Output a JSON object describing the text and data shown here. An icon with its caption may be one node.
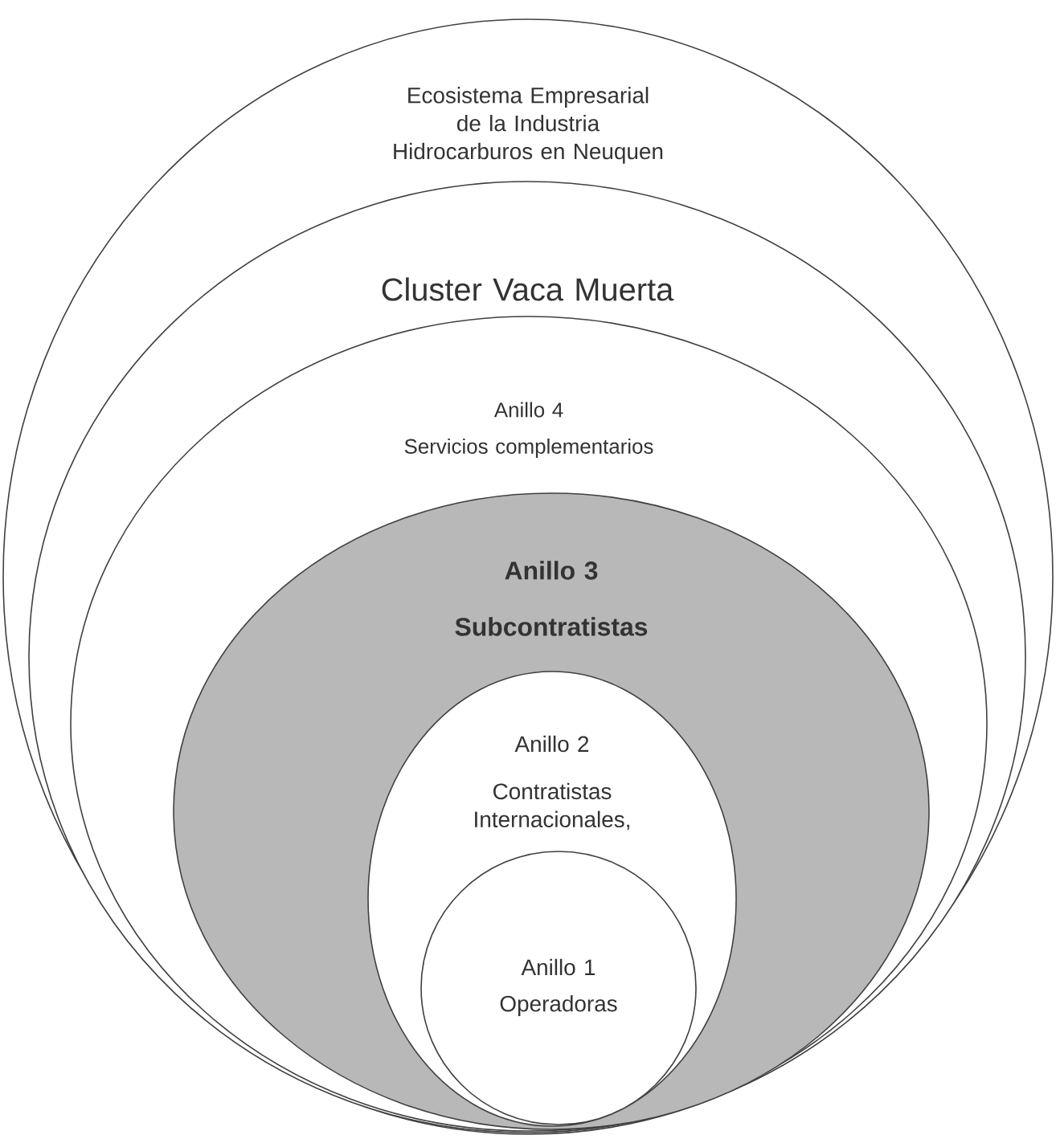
{
  "diagram": {
    "nodes": [
      {
        "text": [
          "Ecosistema Empresarial de la Industria Hidrocarburos en Neuquen"
        ]
      },
      {
        "text": [
          "Cluster Vaca Muerta"
        ],
        "in": 0
      },
      {
        "text": [
          "Anillo 4",
          "Servicios complementarios"
        ],
        "in": 1
      },
      {
        "text": [
          "Anillo 3",
          "Subcontratistas"
        ],
        "in": 2
      },
      {
        "text": [
          "Anillo 2",
          "Contratistas Internacionales,"
        ],
        "in": 3
      },
      {
        "text": [
          "Anillo 1",
          "Operadoras"
        ],
        "in": 4
      }
    ]
  }
}
